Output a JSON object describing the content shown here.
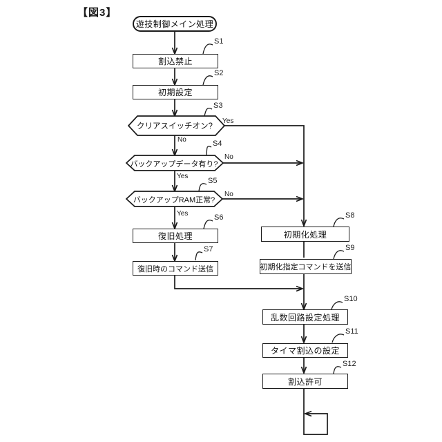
{
  "figure": {
    "title": "【図3】"
  },
  "nodes": {
    "start": {
      "label": "遊技制御メイン処理",
      "type": "terminal"
    },
    "s1": {
      "step": "S1",
      "label": "割込禁止",
      "type": "process"
    },
    "s2": {
      "step": "S2",
      "label": "初期設定",
      "type": "process"
    },
    "s3": {
      "step": "S3",
      "label": "クリアスイッチオン?",
      "type": "decision"
    },
    "s4": {
      "step": "S4",
      "label": "バックアップデータ有り?",
      "type": "decision"
    },
    "s5": {
      "step": "S5",
      "label": "バックアップRAM正常?",
      "type": "decision"
    },
    "s6": {
      "step": "S6",
      "label": "復旧処理",
      "type": "process"
    },
    "s7": {
      "step": "S7",
      "label": "復旧時のコマンド送信",
      "type": "process"
    },
    "s8": {
      "step": "S8",
      "label": "初期化処理",
      "type": "process"
    },
    "s9": {
      "step": "S9",
      "label": "初期化指定コマンドを送信",
      "type": "process"
    },
    "s10": {
      "step": "S10",
      "label": "乱数回路設定処理",
      "type": "process"
    },
    "s11": {
      "step": "S11",
      "label": "タイマ割込の設定",
      "type": "process"
    },
    "s12": {
      "step": "S12",
      "label": "割込許可",
      "type": "process"
    }
  },
  "edge_labels": {
    "s3_yes": "Yes",
    "s3_no": "No",
    "s4_no": "No",
    "s4_yes": "Yes",
    "s5_no": "No",
    "s5_yes": "Yes"
  },
  "colors": {
    "line": "#1a1a1a",
    "background": "#ffffff",
    "text": "#111111"
  }
}
